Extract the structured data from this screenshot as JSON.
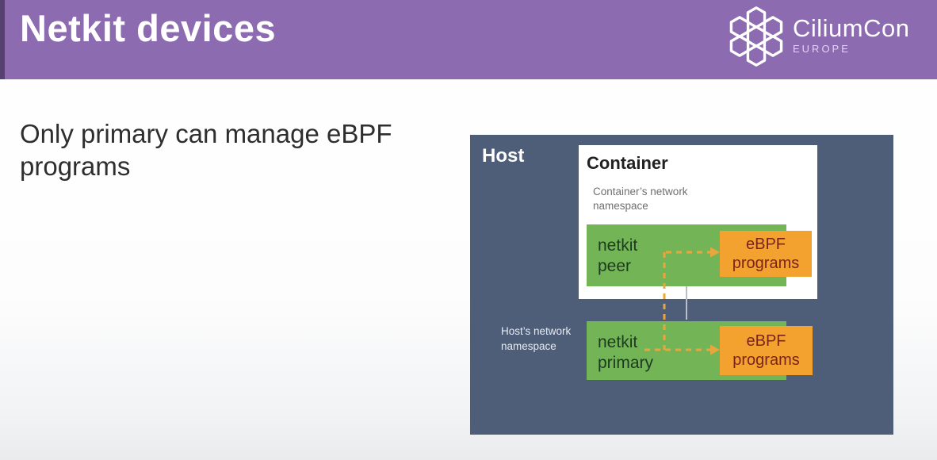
{
  "header": {
    "title": "Netkit devices",
    "bg_color": "#8C6BB1",
    "brand": "CiliumCon",
    "brand_subtitle": "EUROPE",
    "logo_icon": "cilium-honeycomb-icon"
  },
  "slide": {
    "heading": "Only primary can manage eBPF programs"
  },
  "diagram": {
    "host": {
      "label": "Host",
      "bg_color": "#4E5D78",
      "namespace_lines": [
        "Host’s network",
        "namespace"
      ]
    },
    "container": {
      "label": "Container",
      "namespace_lines": [
        "Container’s network",
        "namespace"
      ]
    },
    "peer": {
      "lines": [
        "netkit",
        "peer"
      ],
      "color": "#73B456"
    },
    "peer_ebpf": {
      "lines": [
        "eBPF",
        "programs"
      ],
      "color": "#F3A12F"
    },
    "primary": {
      "lines": [
        "netkit",
        "primary"
      ],
      "color": "#73B456"
    },
    "primary_ebpf": {
      "lines": [
        "eBPF",
        "programs"
      ],
      "color": "#F3A12F"
    },
    "connector_colors": {
      "dashed_manage_arrow": "#E8A73E",
      "peer_primary_link": "#B9BFC7"
    }
  }
}
